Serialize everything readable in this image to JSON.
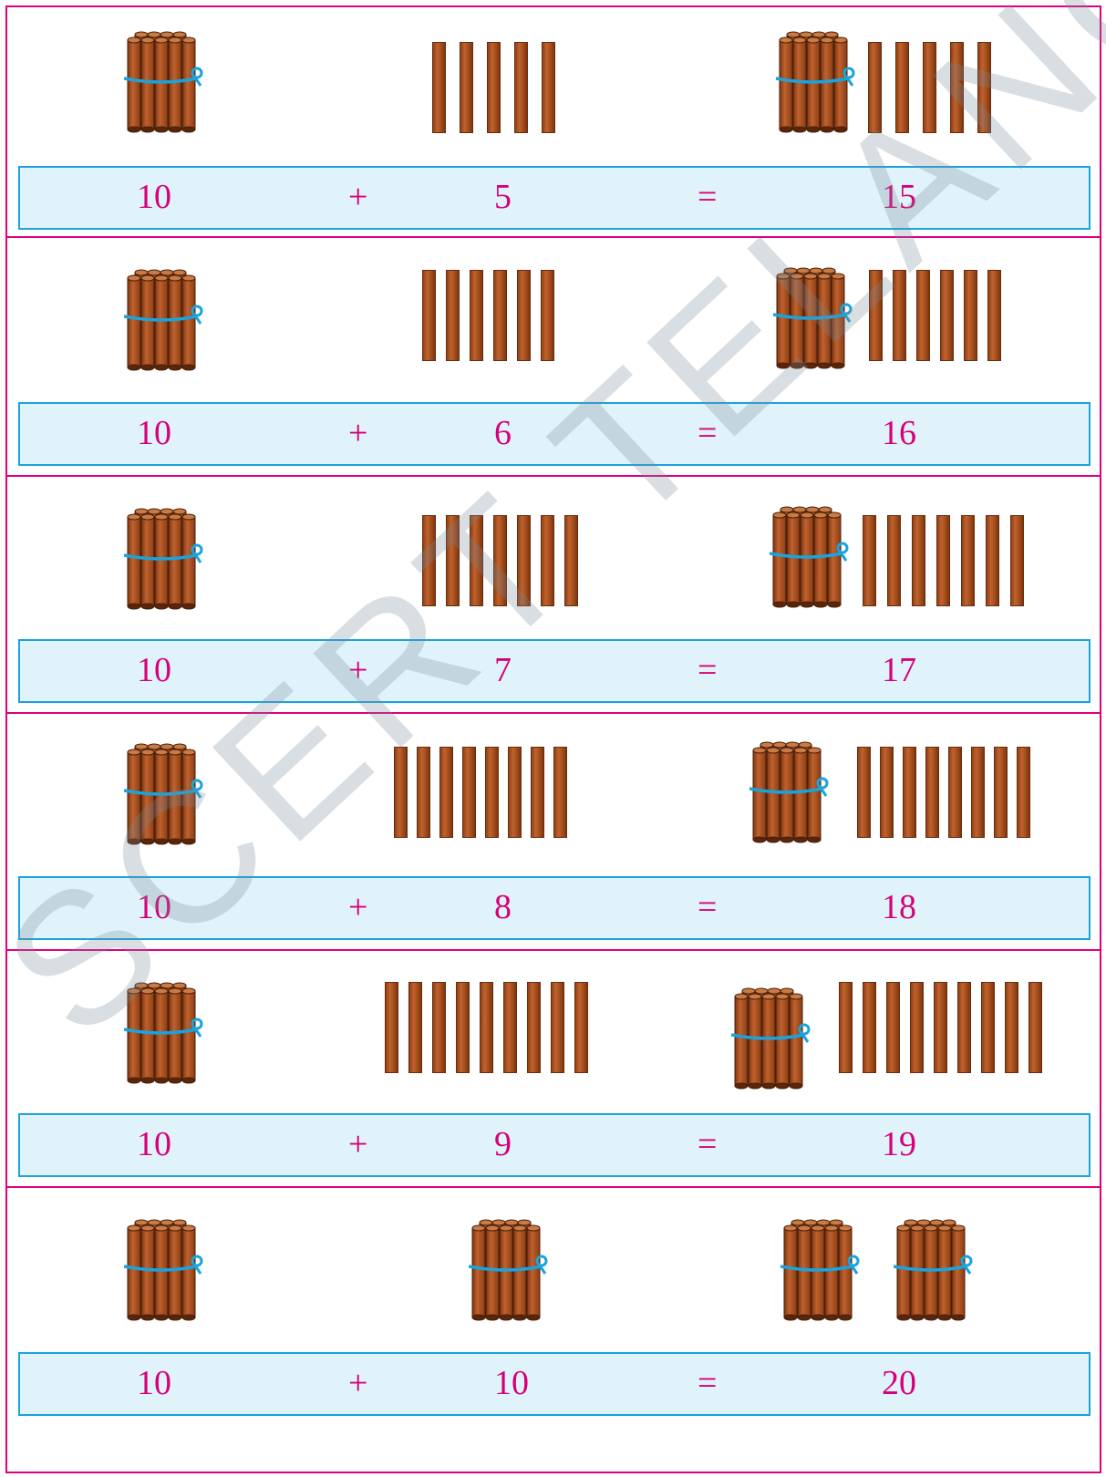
{
  "rows": [
    {
      "addend1": "10",
      "plus": "+",
      "addend2": "5",
      "equals": "=",
      "sum": "15"
    },
    {
      "addend1": "10",
      "plus": "+",
      "addend2": "6",
      "equals": "=",
      "sum": "16"
    },
    {
      "addend1": "10",
      "plus": "+",
      "addend2": "7",
      "equals": "=",
      "sum": "17"
    },
    {
      "addend1": "10",
      "plus": "+",
      "addend2": "8",
      "equals": "=",
      "sum": "18"
    },
    {
      "addend1": "10",
      "plus": "+",
      "addend2": "9",
      "equals": "=",
      "sum": "19"
    },
    {
      "addend1": "10",
      "plus": "+",
      "addend2": "10",
      "equals": "=",
      "sum": "20"
    }
  ],
  "watermark": "SCERT TELANGANA",
  "colors": {
    "border": "#e0007f",
    "equation_text": "#d6007a",
    "equation_box_fill": "#e1f3fa",
    "equation_box_border": "#19a4dd",
    "stick": "#b05a28",
    "bundle_string": "#19a4dd"
  },
  "icons": {
    "bundle": "bundle-of-ten-sticks-icon",
    "stick": "single-stick-icon"
  }
}
